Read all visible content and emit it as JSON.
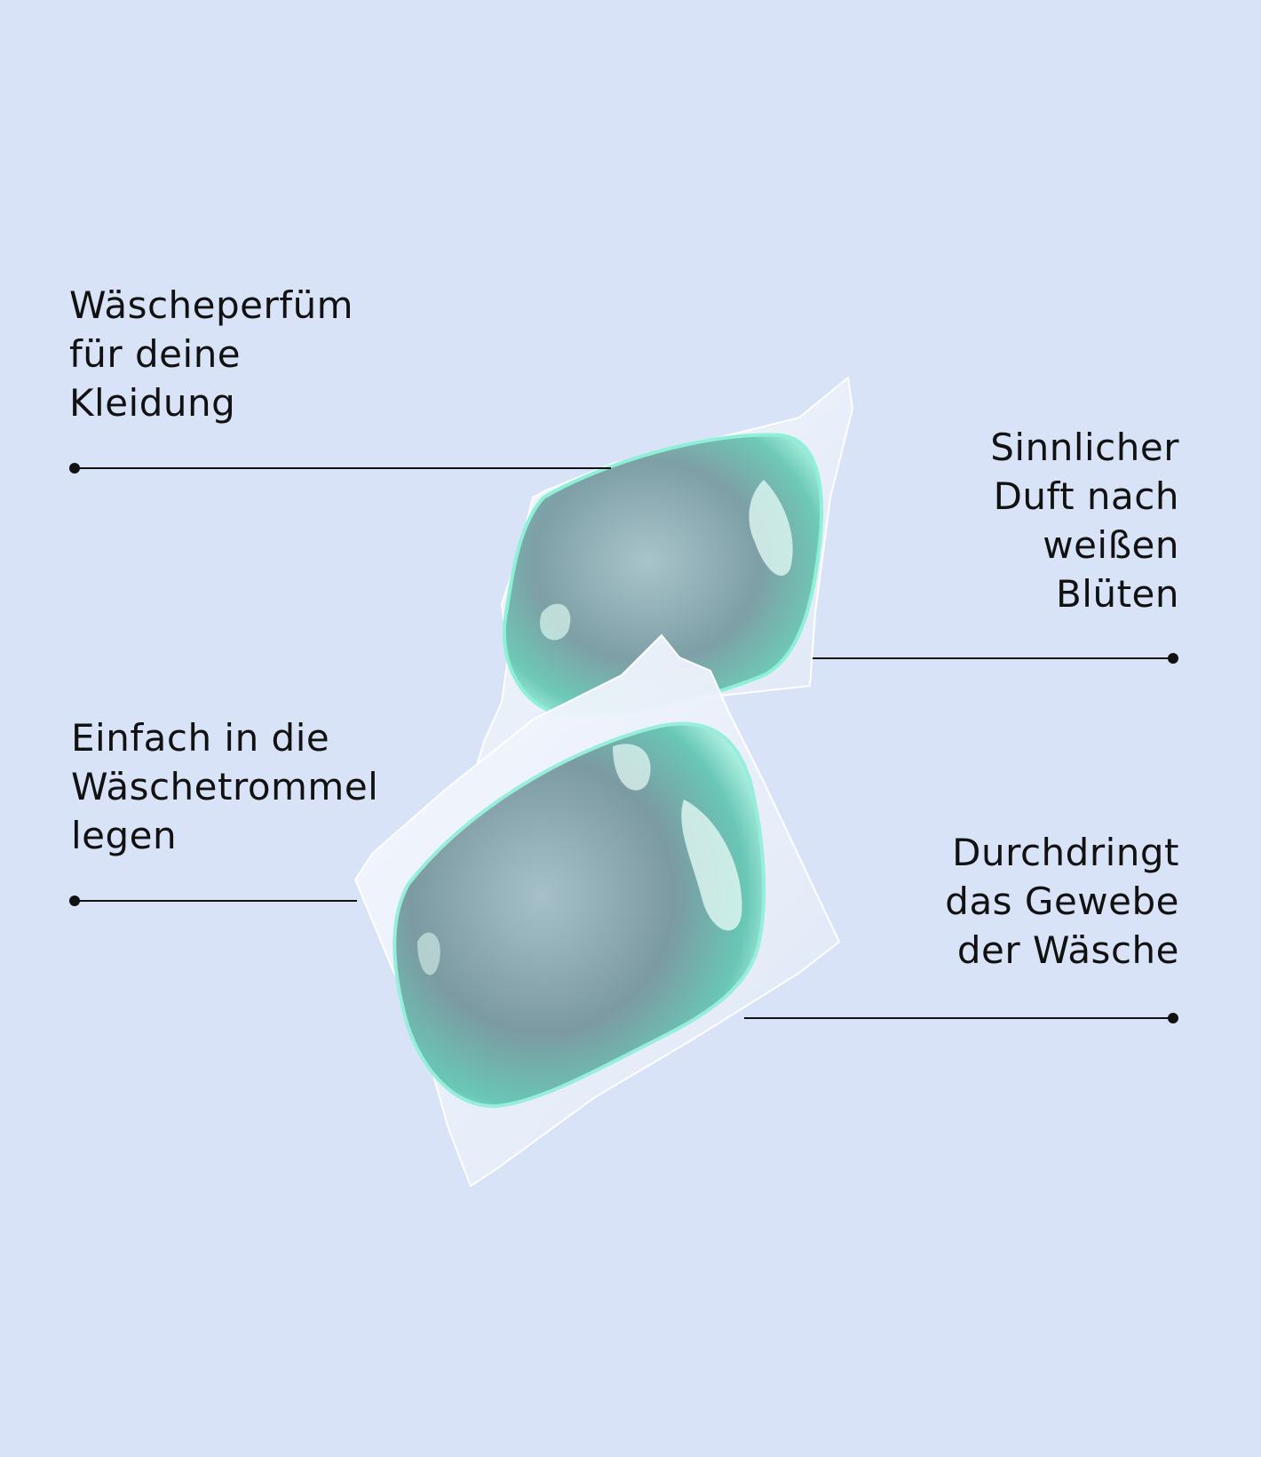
{
  "background_color": "#d8e3f8",
  "line_color": "#111111",
  "product_image": {
    "icon": "laundry-pods-image",
    "description_colors": {
      "gel": "#7fb8b0",
      "film": "#eef3fb"
    }
  },
  "callouts": {
    "top_left": {
      "lines": [
        "Wäscheperfüm",
        "für deine",
        "Kleidung"
      ]
    },
    "top_right": {
      "lines": [
        "Sinnlicher",
        "Duft nach",
        "weißen",
        "Blüten"
      ]
    },
    "bottom_left": {
      "lines": [
        "Einfach in die",
        "Wäschetrommel",
        "legen"
      ]
    },
    "bottom_right": {
      "lines": [
        "Durchdringt",
        "das Gewebe",
        "der Wäsche"
      ]
    }
  }
}
